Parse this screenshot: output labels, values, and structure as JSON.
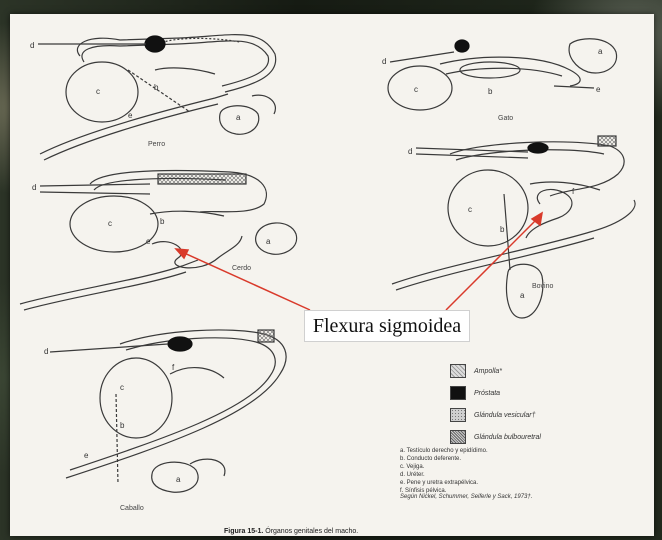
{
  "species": {
    "perro": "Perro",
    "gato": "Gato",
    "cerdo": "Cerdo",
    "bovino": "Bovino",
    "caballo": "Caballo"
  },
  "part_labels": {
    "a": "a",
    "b": "b",
    "c": "c",
    "d": "d",
    "e": "e",
    "f": "f"
  },
  "callout": "Flexura sigmoidea",
  "legend": [
    {
      "label": "Ampolla*",
      "pattern": "dotted",
      "color": "#d9d9d9"
    },
    {
      "label": "Próstata",
      "pattern": "solid",
      "color": "#111111"
    },
    {
      "label": "Glándula vesicular†",
      "pattern": "stipple",
      "color": "#bdbdbd"
    },
    {
      "label": "Glándula bulbouretral",
      "pattern": "crosshatch",
      "color": "#cfcfcf"
    }
  ],
  "key": [
    "a. Testículo derecho y epidídimo.",
    "b. Conducto deferente.",
    "c. Vejiga.",
    "d. Uréter.",
    "e. Pene y uretra extrapélvica.",
    "f. Sínfisis pélvica."
  ],
  "citation": "Según Nickel, Schummer, Seiferle y Sack, 1973†.",
  "caption": {
    "figure": "Figura 15-1.",
    "text": "Órganos genitales del macho."
  },
  "colors": {
    "arrow": "#d93a2b",
    "ink": "#3a3a3a"
  }
}
